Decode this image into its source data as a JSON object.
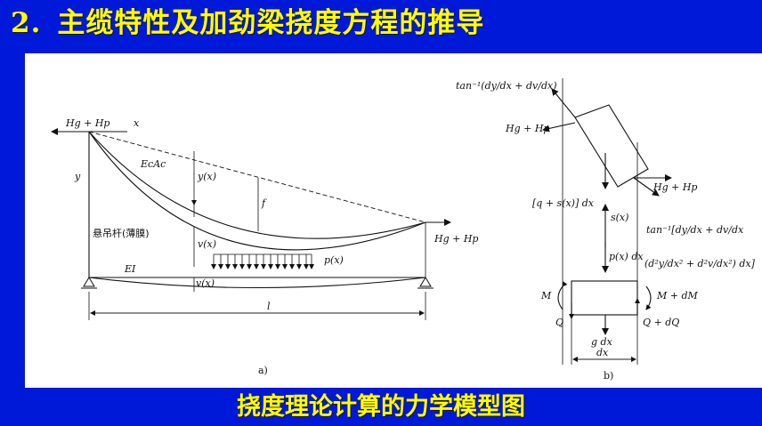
{
  "slide": {
    "section_number": "2.",
    "title": "主缆特性及加劲梁挠度方程的推导",
    "caption": "挠度理论计算的力学模型图"
  },
  "figure_a": {
    "panel_label": "a)",
    "hg_hp_left": "Hg + Hp",
    "hg_hp_right": "Hg + Hp",
    "x_axis": "x",
    "y_axis": "y",
    "cable_props": "EcAc",
    "y_of_x": "y(x)",
    "sag": "f",
    "v_of_x_upper": "v(x)",
    "v_of_x_lower": "v(x)",
    "hanger_label": "悬吊杆(薄膜)",
    "beam_ei": "EI",
    "load": "p(x)",
    "span": "l"
  },
  "figure_b": {
    "panel_label": "b)",
    "tan_top": "tan⁻¹(dy/dx + dv/dx)",
    "hg_hp_upper_left": "Hg + Hp",
    "hg_hp_lower_right": "Hg + Hp",
    "q_plus_s": "[q + s(x)] dx",
    "s_x": "s(x)",
    "tan_lower": "tan⁻¹[dy/dx + dv/dx",
    "p_dx": "p(x) dx",
    "second_derivative": "(d²y/dx² + d²v/dx²) dx]",
    "moment_left": "M",
    "moment_right": "M + dM",
    "shear_left": "Q",
    "shear_right": "Q + dQ",
    "weight": "g dx",
    "width": "dx"
  }
}
